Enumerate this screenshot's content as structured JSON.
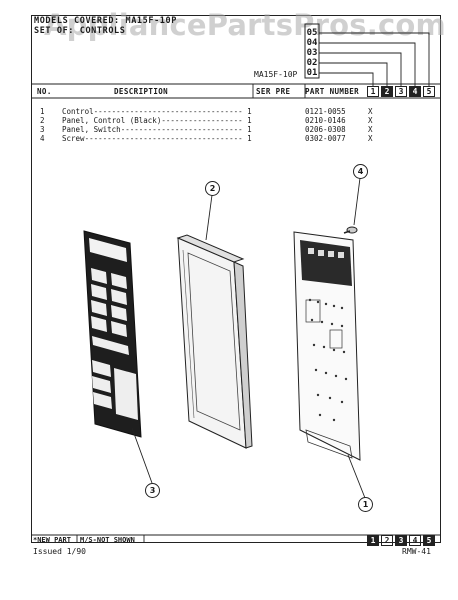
{
  "header": {
    "models_covered": "MODELS COVERED: MA15F-10P",
    "section_title": "SET OF: CONTROLS",
    "watermark": "AppliancePartsPros.com",
    "model_code": "MA15F-10P",
    "column_codes": [
      "01",
      "02",
      "03",
      "04",
      "05"
    ],
    "column_numbers": [
      "1",
      "2",
      "3",
      "4",
      "5"
    ]
  },
  "table": {
    "col_no": "NO.",
    "col_description": "DESCRIPTION",
    "col_ser_pre": "SER PRE",
    "col_part_number": "PART NUMBER",
    "rows": [
      {
        "no": "1",
        "description": "Control--------------------------------- 1",
        "part": "0121-0055",
        "mark": "X"
      },
      {
        "no": "2",
        "description": "Panel, Control (Black)------------------ 1",
        "part": "0210-0146",
        "mark": "X"
      },
      {
        "no": "3",
        "description": "Panel, Switch--------------------------- 1",
        "part": "0206-0308",
        "mark": "X"
      },
      {
        "no": "4",
        "description": "Screw----------------------------------- 1",
        "part": "0302-0077",
        "mark": "X"
      }
    ]
  },
  "callouts": [
    "1",
    "2",
    "3",
    "4"
  ],
  "footer": {
    "new_part": "*NEW PART",
    "not_shown": "M/S-NOT SHOWN",
    "issued": "Issued  1/90",
    "code": "RMW-41",
    "numbers": [
      "1",
      "2",
      "3",
      "4",
      "5"
    ]
  }
}
